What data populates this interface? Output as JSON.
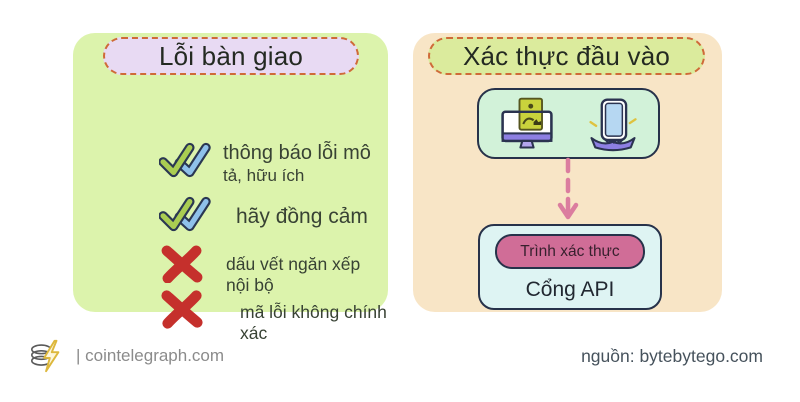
{
  "left_panel": {
    "title": "Lỗi bàn giao",
    "items": [
      {
        "icon": "double-check-icon",
        "lines": [
          "thông báo lỗi mô",
          "tả, hữu ích"
        ]
      },
      {
        "icon": "double-check-icon",
        "lines": [
          "hãy đồng cảm"
        ]
      },
      {
        "icon": "cross-icon",
        "lines": [
          "dấu vết ngăn xếp nội bộ"
        ]
      },
      {
        "icon": "cross-icon",
        "lines": [
          "mã lỗi không chính xác"
        ]
      }
    ]
  },
  "right_panel": {
    "title": "Xác thực đầu vào",
    "devices_box_icons": [
      "desktop-monitor-icon",
      "smartphone-icon"
    ],
    "arrow": "down",
    "validator_label": "Trình xác thực",
    "gateway_label": "Cổng API"
  },
  "footer": {
    "brand": "| cointelegraph.com",
    "source": "nguồn: bytebytego.com"
  },
  "colors": {
    "left_panel_bg": "#dcf3ac",
    "left_title_bg": "#e8daf3",
    "right_panel_bg": "#f8e5c6",
    "right_title_bg": "#dbeb9d",
    "dashed_border": "#cf6a38",
    "devices_box_bg": "#d2f2d9",
    "api_box_bg": "#def4f3",
    "validator_bg": "#d06d97",
    "arrow_pink": "#db7d9f",
    "check_green": "#aacd52",
    "check_blue": "#8fc1ea",
    "cross_red": "#c5302c",
    "text_dark": "#384234"
  }
}
